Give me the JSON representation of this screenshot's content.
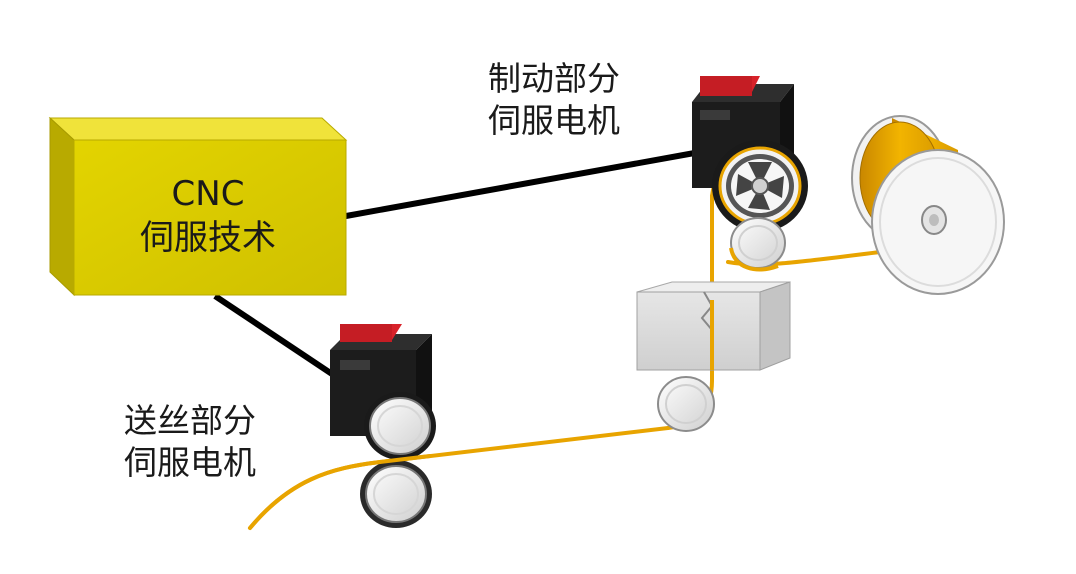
{
  "cnc_box": {
    "line1": "CNC",
    "line2": "伺服技术",
    "color": "#d6c800"
  },
  "brake_motor_label": {
    "line1": "制动部分",
    "line2": "伺服电机"
  },
  "feed_motor_label": {
    "line1": "送丝部分",
    "line2": "伺服电机"
  },
  "colors": {
    "wire": "#e8a400",
    "motor_body": "#1c1c1c",
    "motor_cap": "#d8222a",
    "roller": "#f4f4f4",
    "cable": "#000000"
  },
  "icons": [
    "brake-servo-motor-icon",
    "feed-servo-motor-icon",
    "wire-spool-icon",
    "cutting-block-icon"
  ]
}
